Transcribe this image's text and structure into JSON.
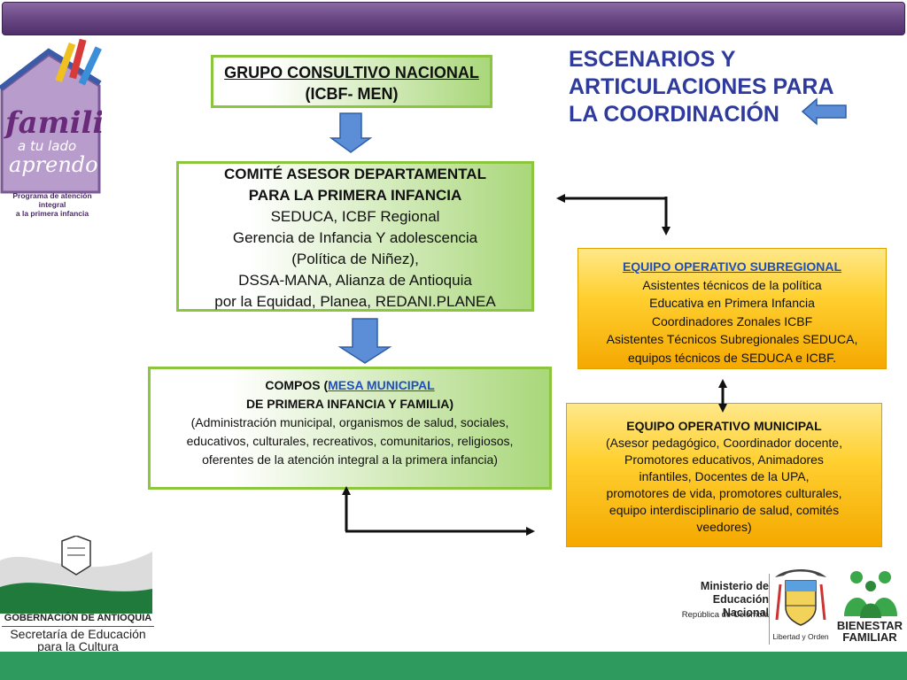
{
  "title": [
    "ESCENARIOS Y",
    "ARTICULACIONES PARA",
    "LA COORDINACIÓN"
  ],
  "logo_familia": {
    "wordmark": "familia a tu lado aprendo",
    "caption": [
      "Programa de atención integral",
      "a la primera infancia"
    ]
  },
  "box_nacional": {
    "line1": "GRUPO CONSULTIVO NACIONAL",
    "line2": "(ICBF- MEN)"
  },
  "box_departamental": {
    "heading": [
      "COMITÉ  ASESOR DEPARTAMENTAL",
      "PARA LA PRIMERA INFANCIA"
    ],
    "lines": [
      "SEDUCA, ICBF Regional",
      "Gerencia de Infancia Y adolescencia",
      "(Política de Niñez),",
      "DSSA-MANA, Alianza de Antioquia",
      "por la Equidad, Planea,  REDANI.PLANEA"
    ]
  },
  "box_compos": {
    "prefix": "COMPOS (",
    "link": "MESA MUNICIPAL",
    "heading2": "DE PRIMERA INFANCIA Y FAMILIA)",
    "lines": [
      "(Administración municipal, organismos de salud, sociales,",
      "educativos, culturales, recreativos, comunitarios, religiosos,",
      "oferentes de la atención integral a la primera infancia)"
    ]
  },
  "box_subregional": {
    "heading": "EQUIPO OPERATIVO SUBREGIONAL",
    "lines": [
      "Asistentes técnicos de la  política",
      "Educativa en Primera Infancia",
      "Coordinadores Zonales ICBF",
      "Asistentes Técnicos Subregionales SEDUCA,",
      "equipos técnicos de SEDUCA e ICBF."
    ]
  },
  "box_municipal": {
    "heading": "EQUIPO OPERATIVO MUNICIPAL",
    "lines": [
      "(Asesor pedagógico, Coordinador docente,",
      "Promotores educativos, Animadores",
      "infantiles, Docentes de la UPA,",
      "promotores de vida, promotores culturales,",
      "equipo interdisciplinario de salud, comités",
      "veedores)"
    ]
  },
  "footer": {
    "gobernacion": "GOBERNACIÓN DE ANTIOQUIA",
    "secretaria": [
      "Secretaría de Educación",
      "para la Cultura"
    ],
    "ministerio": [
      "Ministerio de",
      "Educación Nacional"
    ],
    "republica": "República de Colombia",
    "lema": "Libertad y Orden",
    "bienestar": [
      "BIENESTAR",
      "FAMILIAR"
    ]
  },
  "colors": {
    "title": "#2e3a9c",
    "green_border": "#8cc63f",
    "orange": "#ffd030",
    "arrow_blue": "#5b8ed6",
    "topbar": "#6b4a86",
    "bottombar": "#2e9a5e"
  }
}
